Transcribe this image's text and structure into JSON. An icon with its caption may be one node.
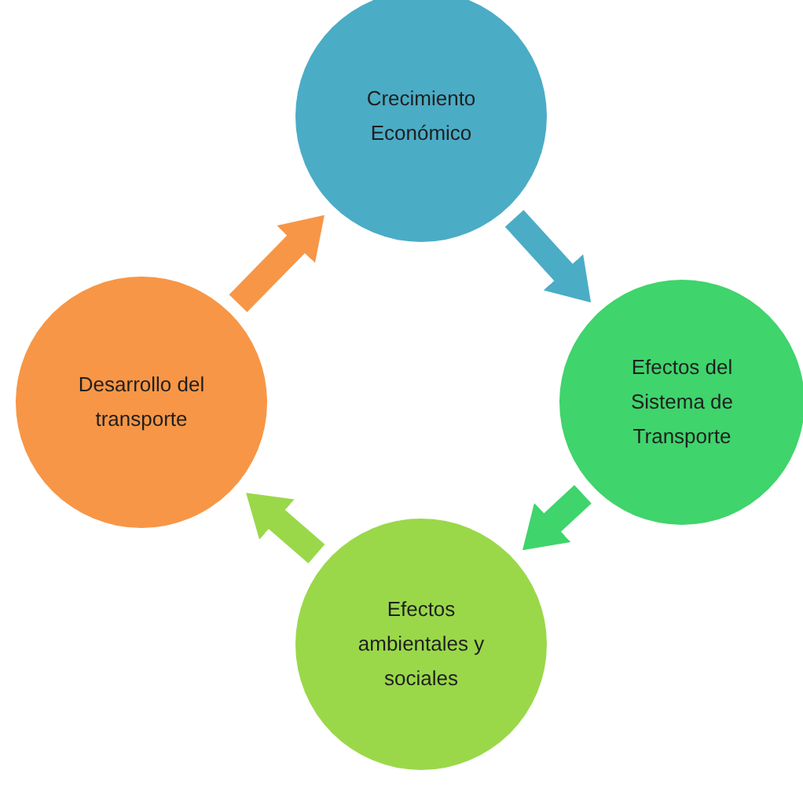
{
  "diagram": {
    "nodes": [
      {
        "text": [
          "Crecimiento Económico"
        ]
      },
      {
        "text": [
          "Efectos del Sistema de Transporte"
        ]
      },
      {
        "text": [
          "Efectos ambientales y sociales"
        ]
      },
      {
        "text": [
          "Desarrollo del transporte"
        ]
      }
    ],
    "edges": [
      {
        "from": 0,
        "to": 1,
        "arrow": "to",
        "color": "#4bacc6"
      },
      {
        "from": 1,
        "to": 2,
        "arrow": "to",
        "color": "#3fd46c"
      },
      {
        "from": 2,
        "to": 3,
        "arrow": "to",
        "color": "#9ad84a"
      },
      {
        "from": 3,
        "to": 0,
        "arrow": "to",
        "color": "#f79646"
      }
    ]
  }
}
